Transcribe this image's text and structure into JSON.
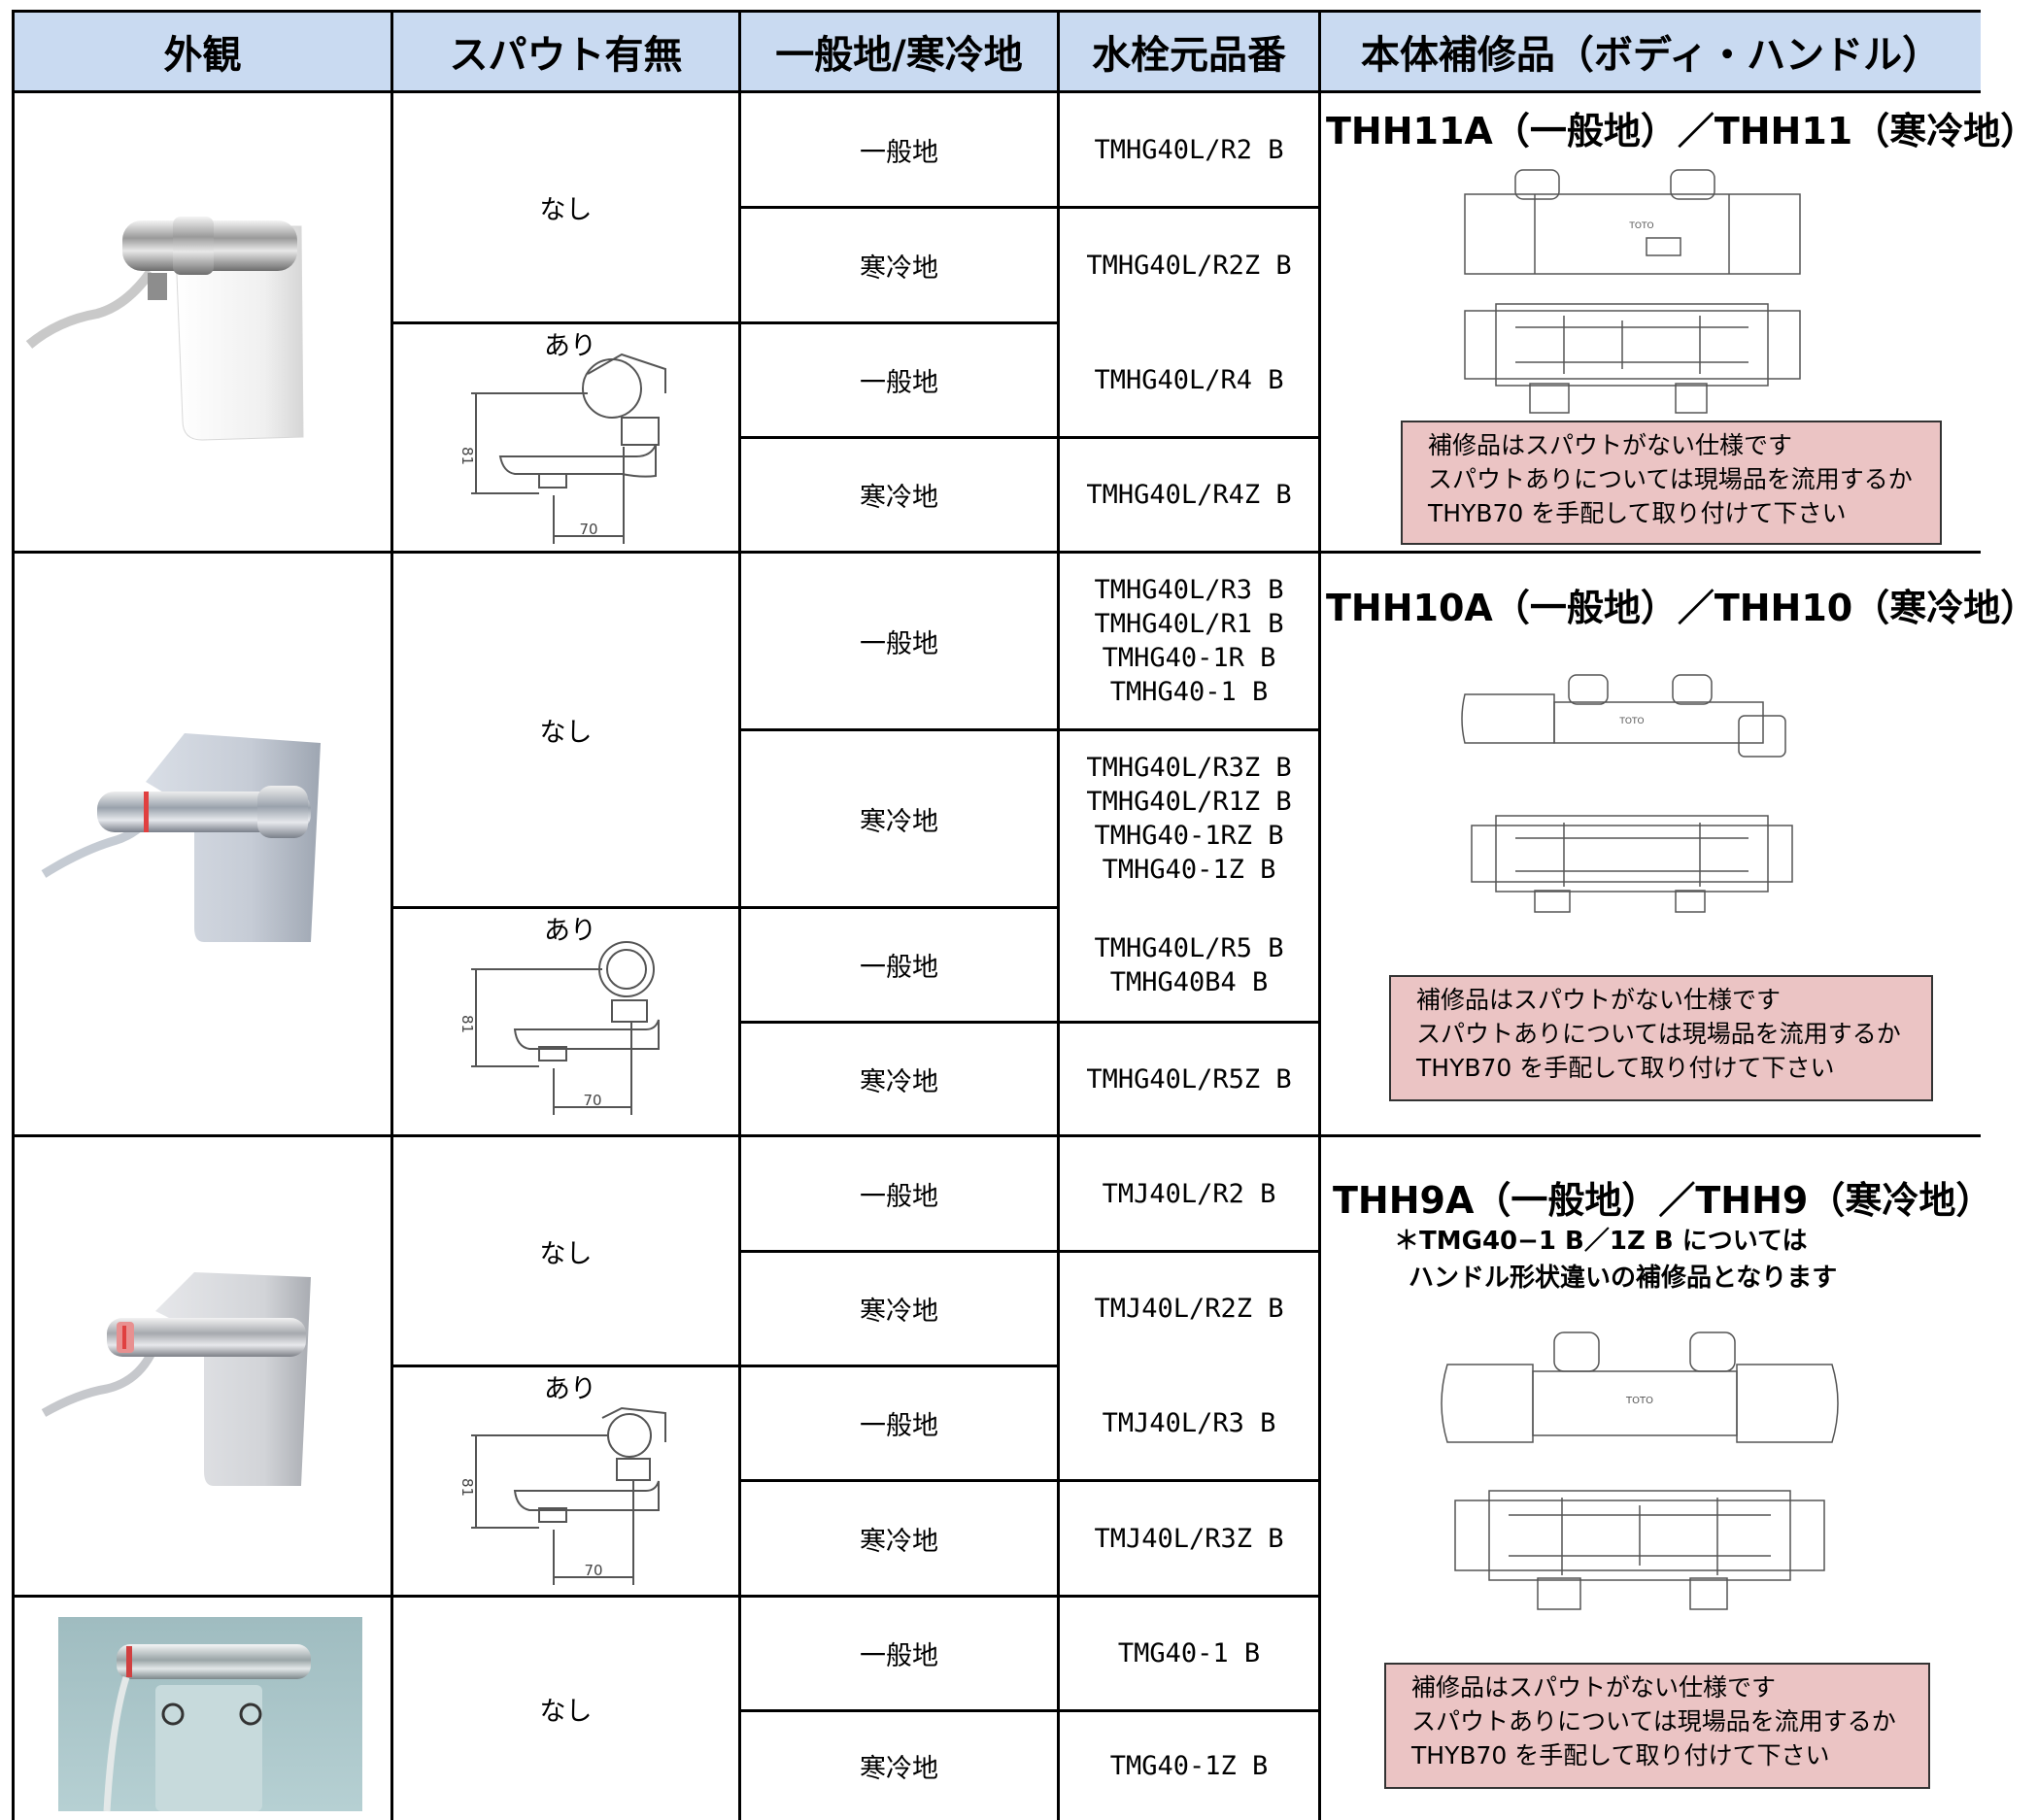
{
  "headers": [
    "外観",
    "スパウト有無",
    "一般地/寒冷地",
    "水栓元品番",
    "本体補修品（ボディ・ハンドル）"
  ],
  "spout": {
    "nashi": "なし",
    "ari": "あり"
  },
  "region": {
    "general": "一般地",
    "cold": "寒冷地"
  },
  "part_numbers": {
    "g1_nashi_general": [
      "TMHG40L/R2 B"
    ],
    "g1_nashi_cold": [
      "TMHG40L/R2Z B"
    ],
    "g1_ari_general": [
      "TMHG40L/R4 B"
    ],
    "g1_ari_cold": [
      "TMHG40L/R4Z B"
    ],
    "g2_nashi_general": [
      "TMHG40L/R3 B",
      "TMHG40L/R1 B",
      "TMHG40-1R B",
      "TMHG40-1 B"
    ],
    "g2_nashi_cold": [
      "TMHG40L/R3Z B",
      "TMHG40L/R1Z B",
      "TMHG40-1RZ B",
      "TMHG40-1Z B"
    ],
    "g2_ari_general": [
      "TMHG40L/R5 B",
      "TMHG40B4 B"
    ],
    "g2_ari_cold": [
      "TMHG40L/R5Z B"
    ],
    "g3_nashi_general": [
      "TMJ40L/R2 B"
    ],
    "g3_nashi_cold": [
      "TMJ40L/R2Z B"
    ],
    "g3_ari_general": [
      "TMJ40L/R3 B"
    ],
    "g3_ari_cold": [
      "TMJ40L/R3Z B"
    ],
    "g4_nashi_general": [
      "TMG40-1 B"
    ],
    "g4_nashi_cold": [
      "TMG40-1Z B"
    ]
  },
  "repair": {
    "g1_title": "THH11A（一般地）／THH11（寒冷地）",
    "g2_title": "THH10A（一般地）／THH10（寒冷地）",
    "g3_title": "THH9A（一般地）／THH9（寒冷地）",
    "g3_note_line1": "＊TMG40−1 B／1Z B  については",
    "g3_note_line2": "ハンドル形状違いの補修品となります",
    "note_lines": [
      "補修品はスパウトがない仕様です",
      "スパウトありについては現場品を流用するか",
      "THYB70  を手配して取り付けて下さい"
    ]
  },
  "drawing_labels": {
    "height": "81",
    "width": "70",
    "brand": "TOTO"
  },
  "colors": {
    "header_bg": "#c9daf1",
    "note_bg": "#ebc4c4",
    "photo_bg": "#a9c4c8"
  }
}
